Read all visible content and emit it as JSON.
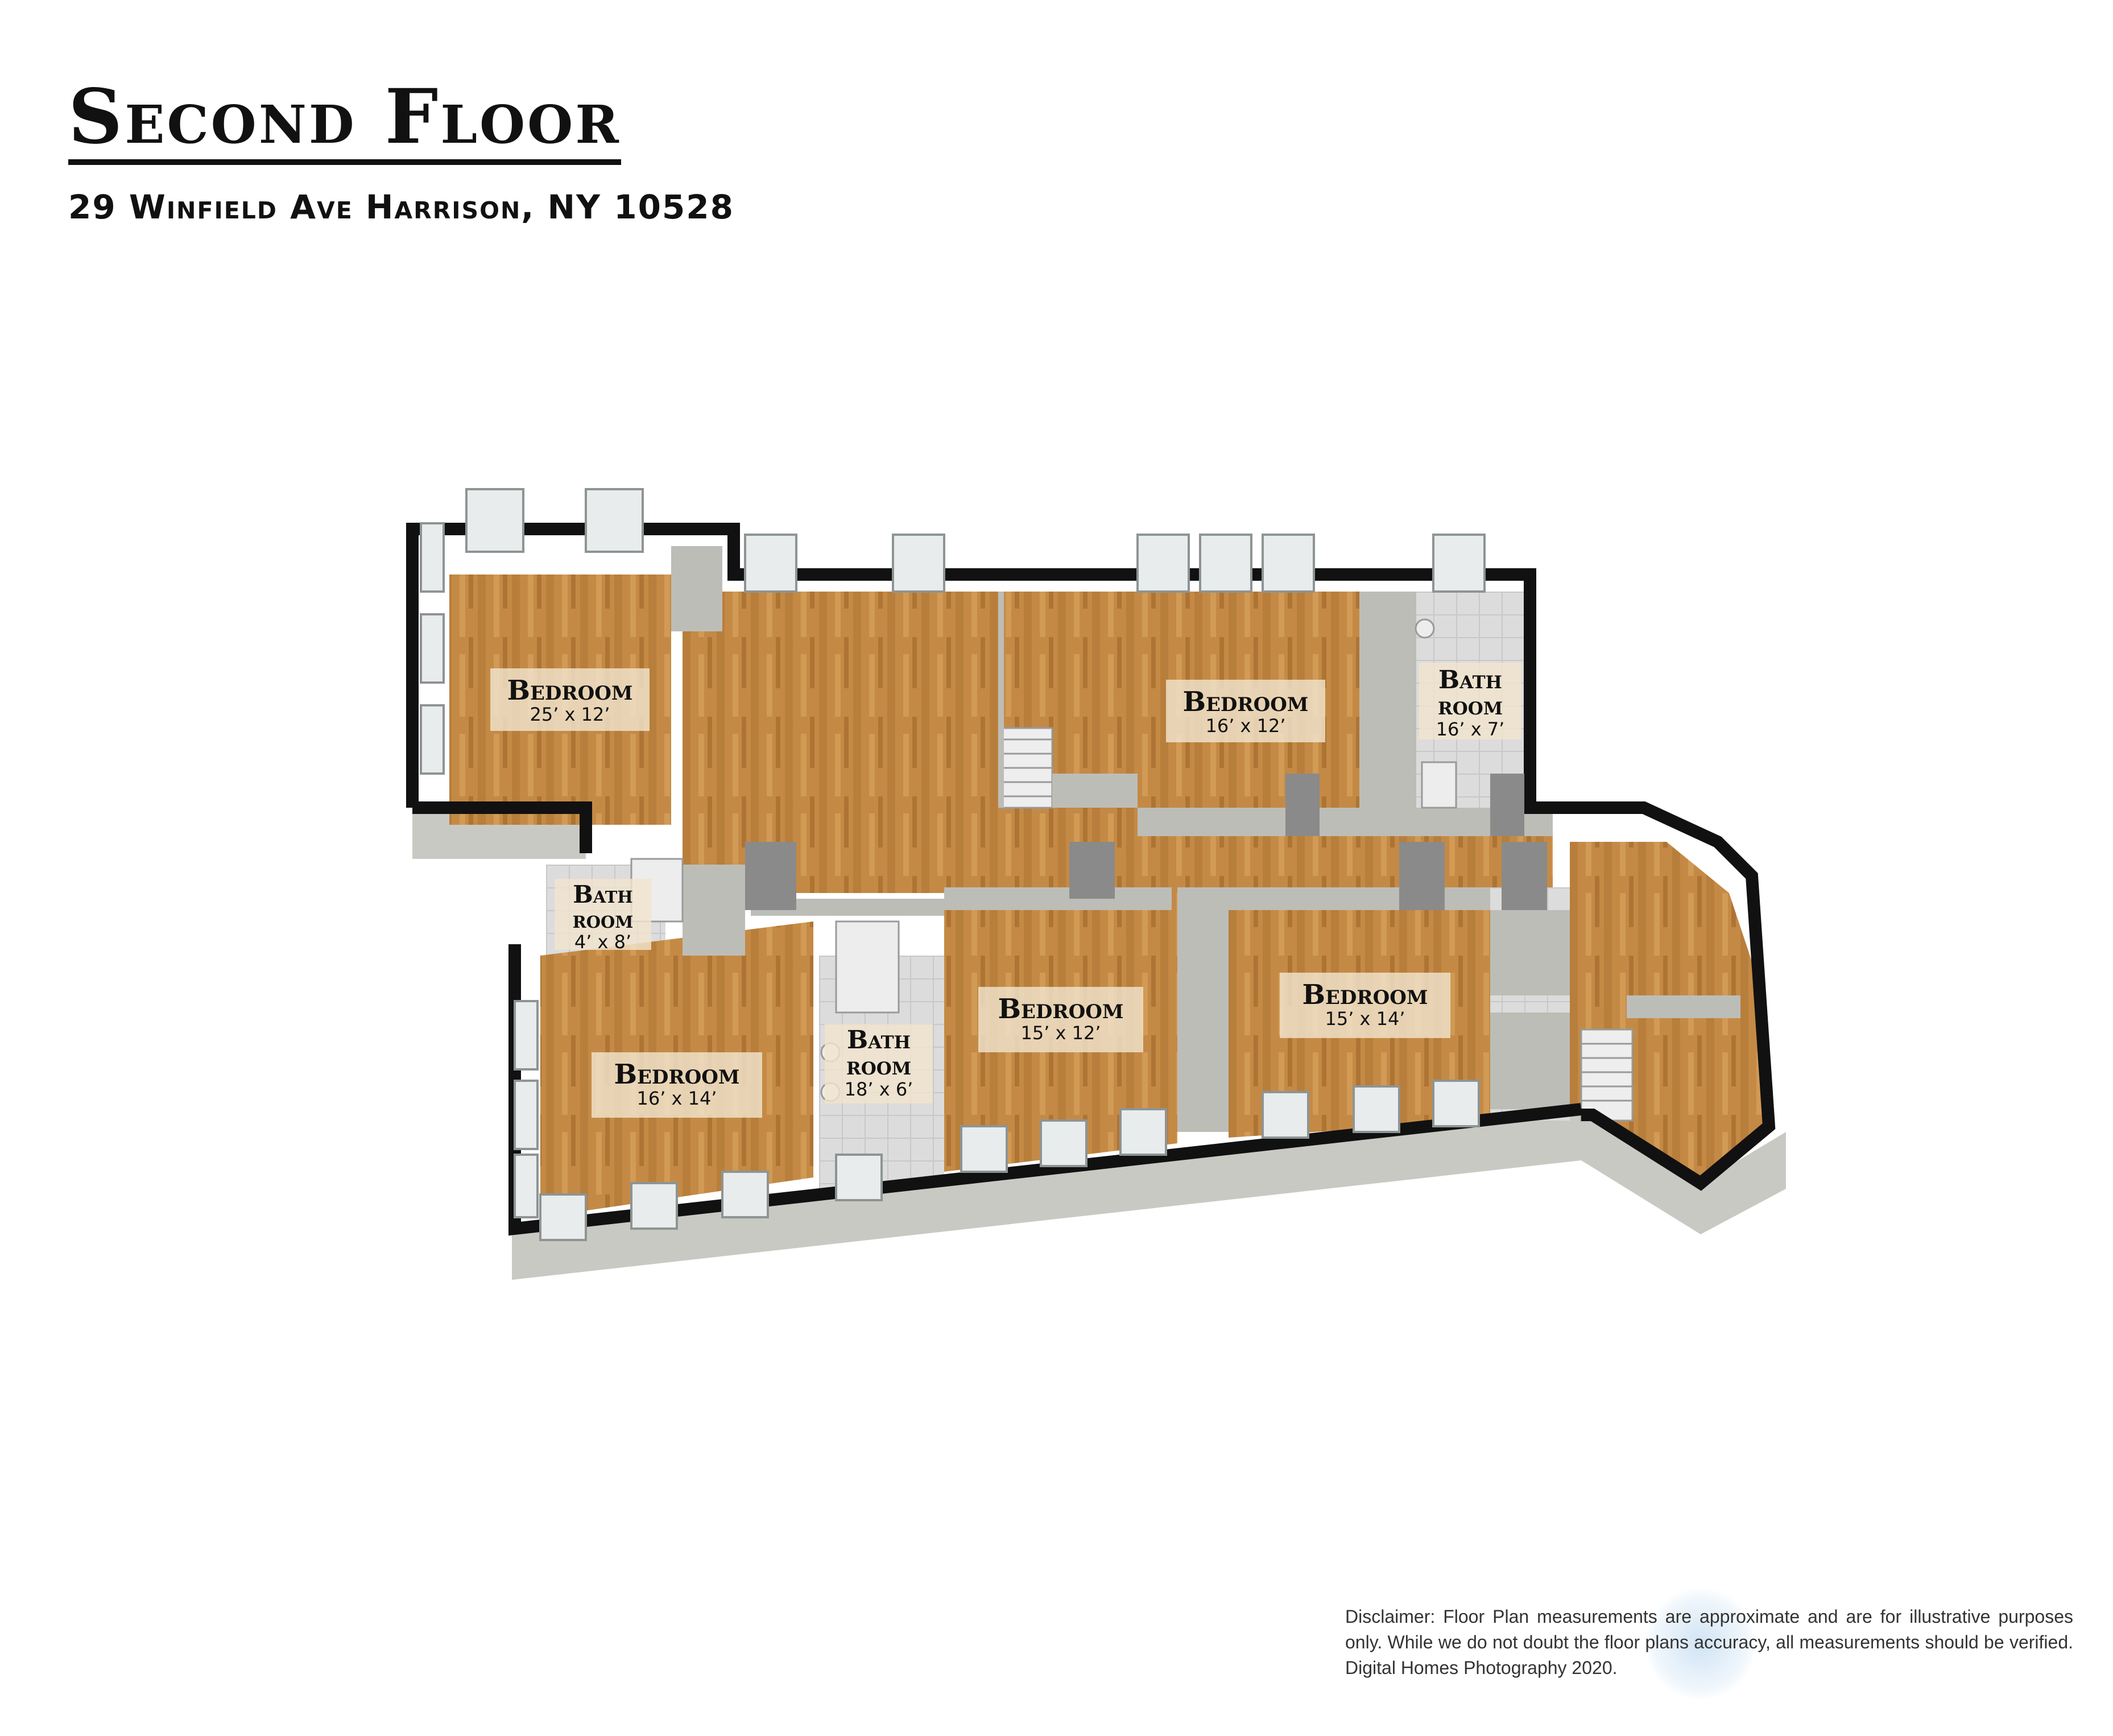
{
  "header": {
    "title": "Second Floor",
    "address": "29 Winfield Ave Harrison, NY 10528"
  },
  "rooms": [
    {
      "name": "Bedroom",
      "dims": "25’ x 12’"
    },
    {
      "name": "Bedroom",
      "dims": "16’ x 12’"
    },
    {
      "name": "Bath room",
      "dims": "16’ x 7’"
    },
    {
      "name": "Bath room",
      "dims": "4’ x 8’"
    },
    {
      "name": "Bedroom",
      "dims": "16’ x 14’"
    },
    {
      "name": "Bath room",
      "dims": "18’ x 6’"
    },
    {
      "name": "Bedroom",
      "dims": "15’ x 12’"
    },
    {
      "name": "Bedroom",
      "dims": "15’ x 14’"
    }
  ],
  "disclaimer": "Disclaimer: Floor Plan measurements are approximate and are for illustrative purposes only. While we do not doubt the floor plans accuracy, all measurements should be verified. Digital Homes Photography 2020.",
  "colors": {
    "floor_wood": "#c48a45",
    "wall_black": "#111111",
    "wall_face": "#c9c9c4",
    "bath_tile": "#d8d8d8",
    "door_gray": "#8a8a8a",
    "window_glass": "#e9ecec"
  }
}
